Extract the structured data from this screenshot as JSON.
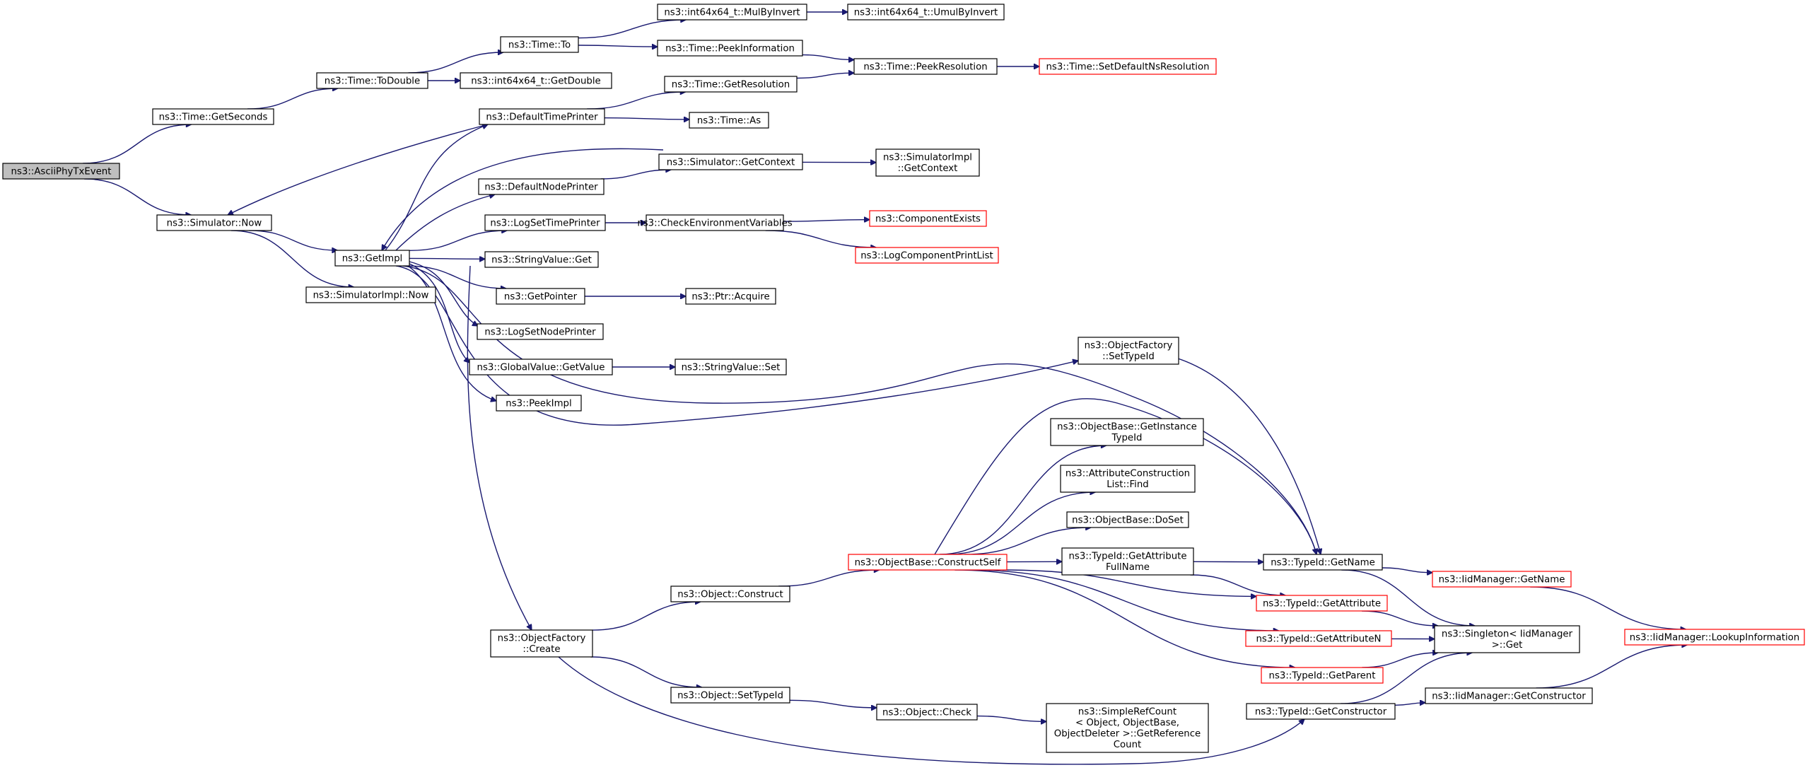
{
  "graph": {
    "colors": {
      "edge": "#191970",
      "highlight_fill": "#bfbfbf",
      "normal_border": "#000000",
      "incomplete_border": "#ff0000"
    },
    "nodes": [
      {
        "id": "ascii",
        "lines": [
          "ns3::AsciiPhyTxEvent"
        ],
        "style": "highlight"
      },
      {
        "id": "getseconds",
        "lines": [
          "ns3::Time::GetSeconds"
        ],
        "style": "normal"
      },
      {
        "id": "simnow",
        "lines": [
          "ns3::Simulator::Now"
        ],
        "style": "normal"
      },
      {
        "id": "todouble",
        "lines": [
          "ns3::Time::ToDouble"
        ],
        "style": "normal"
      },
      {
        "id": "timeto",
        "lines": [
          "ns3::Time::To"
        ],
        "style": "normal"
      },
      {
        "id": "getdouble",
        "lines": [
          "ns3::int64x64_t::GetDouble"
        ],
        "style": "normal"
      },
      {
        "id": "mulbyinvert",
        "lines": [
          "ns3::int64x64_t::MulByInvert"
        ],
        "style": "normal"
      },
      {
        "id": "umulbyinvert",
        "lines": [
          "ns3::int64x64_t::UmulByInvert"
        ],
        "style": "normal"
      },
      {
        "id": "peekinfo",
        "lines": [
          "ns3::Time::PeekInformation"
        ],
        "style": "normal"
      },
      {
        "id": "peekres",
        "lines": [
          "ns3::Time::PeekResolution"
        ],
        "style": "normal"
      },
      {
        "id": "setdefres",
        "lines": [
          "ns3::Time::SetDefaultNsResolution"
        ],
        "style": "red"
      },
      {
        "id": "getres",
        "lines": [
          "ns3::Time::GetResolution"
        ],
        "style": "normal"
      },
      {
        "id": "deftimeprinter",
        "lines": [
          "ns3::DefaultTimePrinter"
        ],
        "style": "normal"
      },
      {
        "id": "timeas",
        "lines": [
          "ns3::Time::As"
        ],
        "style": "normal"
      },
      {
        "id": "simgetctx",
        "lines": [
          "ns3::Simulator::GetContext"
        ],
        "style": "normal"
      },
      {
        "id": "simimplgetctx",
        "lines": [
          "ns3::SimulatorImpl",
          "::GetContext"
        ],
        "style": "normal"
      },
      {
        "id": "defnodeprinter",
        "lines": [
          "ns3::DefaultNodePrinter"
        ],
        "style": "normal"
      },
      {
        "id": "getimpl",
        "lines": [
          "ns3::GetImpl"
        ],
        "style": "normal"
      },
      {
        "id": "logsettimeprinter",
        "lines": [
          "ns3::LogSetTimePrinter"
        ],
        "style": "normal"
      },
      {
        "id": "checkenv",
        "lines": [
          "ns3::CheckEnvironmentVariables"
        ],
        "style": "normal"
      },
      {
        "id": "compexists",
        "lines": [
          "ns3::ComponentExists"
        ],
        "style": "red"
      },
      {
        "id": "logcompprint",
        "lines": [
          "ns3::LogComponentPrintList"
        ],
        "style": "red"
      },
      {
        "id": "strvalget",
        "lines": [
          "ns3::StringValue::Get"
        ],
        "style": "normal"
      },
      {
        "id": "simimplnow",
        "lines": [
          "ns3::SimulatorImpl::Now"
        ],
        "style": "normal"
      },
      {
        "id": "getpointer",
        "lines": [
          "ns3::GetPointer"
        ],
        "style": "normal"
      },
      {
        "id": "ptracquire",
        "lines": [
          "ns3::Ptr::Acquire"
        ],
        "style": "normal"
      },
      {
        "id": "logsetnodeprinter",
        "lines": [
          "ns3::LogSetNodePrinter"
        ],
        "style": "normal"
      },
      {
        "id": "objfactsettypeid",
        "lines": [
          "ns3::ObjectFactory",
          "::SetTypeId"
        ],
        "style": "normal"
      },
      {
        "id": "globalgetvalue",
        "lines": [
          "ns3::GlobalValue::GetValue"
        ],
        "style": "normal"
      },
      {
        "id": "strvalset",
        "lines": [
          "ns3::StringValue::Set"
        ],
        "style": "normal"
      },
      {
        "id": "peekimpl",
        "lines": [
          "ns3::PeekImpl"
        ],
        "style": "normal"
      },
      {
        "id": "objbasegetinst",
        "lines": [
          "ns3::ObjectBase::GetInstance",
          "TypeId"
        ],
        "style": "normal"
      },
      {
        "id": "attrconstrfind",
        "lines": [
          "ns3::AttributeConstruction",
          "List::Find"
        ],
        "style": "normal"
      },
      {
        "id": "objbasedoset",
        "lines": [
          "ns3::ObjectBase::DoSet"
        ],
        "style": "normal"
      },
      {
        "id": "constructself",
        "lines": [
          "ns3::ObjectBase::ConstructSelf"
        ],
        "style": "red"
      },
      {
        "id": "typeidgetattrfull",
        "lines": [
          "ns3::TypeId::GetAttribute",
          "FullName"
        ],
        "style": "normal"
      },
      {
        "id": "typeidgetname",
        "lines": [
          "ns3::TypeId::GetName"
        ],
        "style": "normal"
      },
      {
        "id": "iidmgrgetname",
        "lines": [
          "ns3::IidManager::GetName"
        ],
        "style": "red"
      },
      {
        "id": "objconstruct",
        "lines": [
          "ns3::Object::Construct"
        ],
        "style": "normal"
      },
      {
        "id": "typeidgetattr",
        "lines": [
          "ns3::TypeId::GetAttribute"
        ],
        "style": "red"
      },
      {
        "id": "singletonget",
        "lines": [
          "ns3::Singleton< IidManager",
          ">::Get"
        ],
        "style": "normal"
      },
      {
        "id": "iidmgrlookup",
        "lines": [
          "ns3::IidManager::LookupInformation"
        ],
        "style": "red"
      },
      {
        "id": "objfactcreate",
        "lines": [
          "ns3::ObjectFactory",
          "::Create"
        ],
        "style": "normal"
      },
      {
        "id": "typeidgetattrn",
        "lines": [
          "ns3::TypeId::GetAttributeN"
        ],
        "style": "red"
      },
      {
        "id": "typeidgetparent",
        "lines": [
          "ns3::TypeId::GetParent"
        ],
        "style": "red"
      },
      {
        "id": "objsettypeid",
        "lines": [
          "ns3::Object::SetTypeId"
        ],
        "style": "normal"
      },
      {
        "id": "iidmgrgetctor",
        "lines": [
          "ns3::IidManager::GetConstructor"
        ],
        "style": "normal"
      },
      {
        "id": "objcheck",
        "lines": [
          "ns3::Object::Check"
        ],
        "style": "normal"
      },
      {
        "id": "simplerefcount",
        "lines": [
          "ns3::SimpleRefCount",
          "< Object, ObjectBase,",
          "ObjectDeleter >::GetReference",
          "Count"
        ],
        "style": "normal"
      },
      {
        "id": "typeidgetctor",
        "lines": [
          "ns3::TypeId::GetConstructor"
        ],
        "style": "normal"
      }
    ]
  }
}
